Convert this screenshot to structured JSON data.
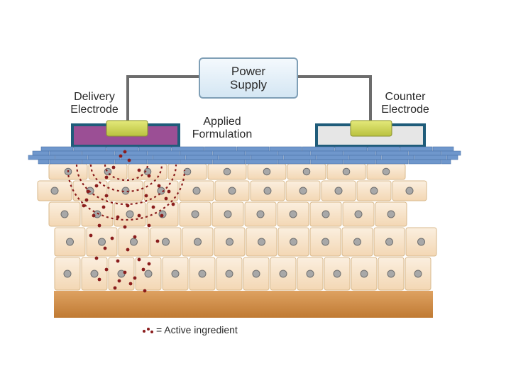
{
  "labels": {
    "power_supply_line1": "Power",
    "power_supply_line2": "Supply",
    "delivery_line1": "Delivery",
    "delivery_line2": "Electrode",
    "counter_line1": "Counter",
    "counter_line2": "Electrode",
    "formulation_line1": "Applied",
    "formulation_line2": "Formulation",
    "legend_text": "= Active ingredient"
  },
  "colors": {
    "wire": "#6c6c6c",
    "delivery_electrode": "#9b4f95",
    "counter_electrode": "#e6e6e6",
    "electrode_frame": "#1f5c7a",
    "contact_pad": "#cfd65a",
    "stratum_corneum": "#6f97cc",
    "cell_fill": "#f7e3c8",
    "cell_border": "#d8b98c",
    "nucleus": "#a8a8a8",
    "dermis": "#d08e45",
    "active_ingredient": "#8a1c1c"
  }
}
